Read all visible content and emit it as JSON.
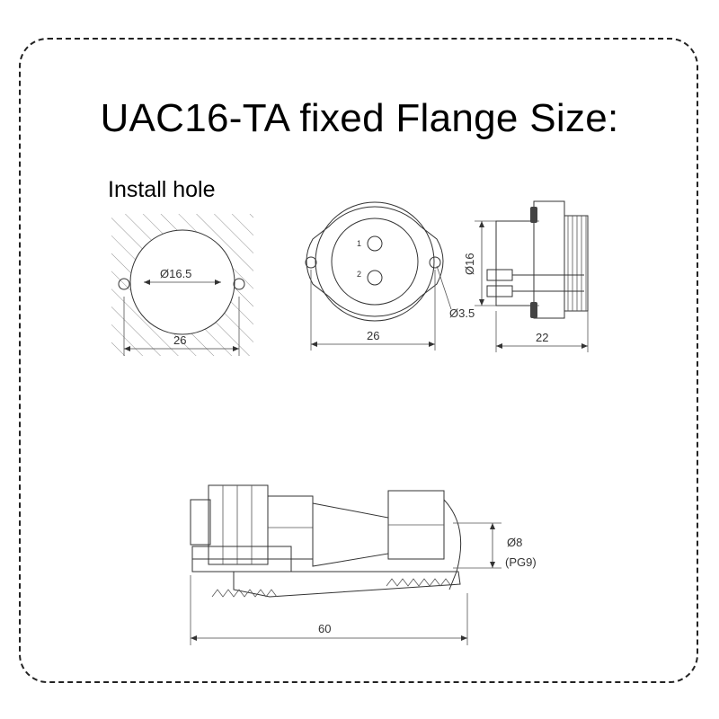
{
  "title": "UAC16-TA fixed Flange Size:",
  "subtitle": "Install hole",
  "install_hole": {
    "diameter_label": "Ø16.5",
    "width_label": "26"
  },
  "front_view": {
    "pin_1": "1",
    "pin_2": "2",
    "width_label": "26",
    "hole_label": "Ø3.5"
  },
  "side_view": {
    "diameter_label": "Ø16",
    "length_label": "22"
  },
  "assembly_view": {
    "cable_label": "Ø8",
    "gland_label": "(PG9)",
    "length_label": "60"
  }
}
